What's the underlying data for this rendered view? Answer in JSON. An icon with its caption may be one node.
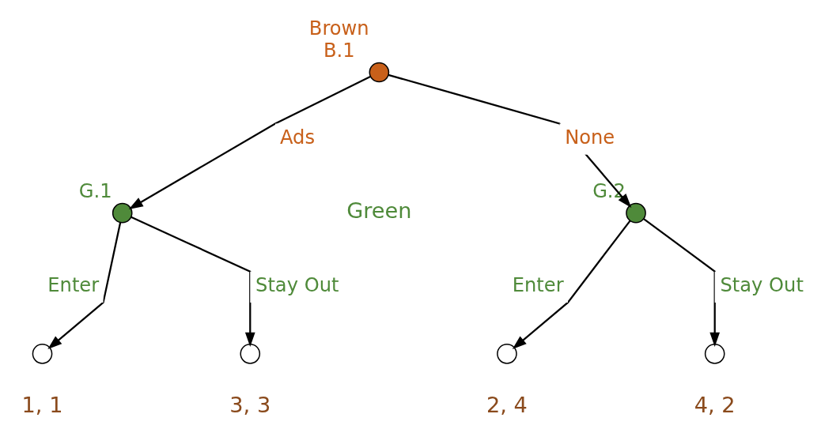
{
  "diagram": {
    "nodes": [
      {
        "text": [
          "Brown",
          "B.1"
        ]
      },
      {
        "text": [
          "G.1"
        ]
      },
      {
        "text": [
          "G.2"
        ]
      },
      {
        "text": [],
        "shape": "circle",
        "beside": [
          "1, 1"
        ]
      },
      {
        "text": [],
        "shape": "circle",
        "beside": [
          "3, 3"
        ]
      },
      {
        "text": [],
        "shape": "circle",
        "beside": [
          "2, 4"
        ]
      },
      {
        "text": [],
        "shape": "circle",
        "beside": [
          "4, 2"
        ]
      }
    ],
    "edges": [
      {
        "from": 0,
        "to": 1,
        "arrow": "to",
        "label": "Ads"
      },
      {
        "from": 0,
        "to": 2,
        "arrow": "to",
        "label": "None"
      },
      {
        "from": 1,
        "to": 3,
        "arrow": "to",
        "label": "Enter"
      },
      {
        "from": 1,
        "to": 4,
        "arrow": "to",
        "label": "Stay Out"
      },
      {
        "from": 2,
        "to": 5,
        "arrow": "to",
        "label": "Enter"
      },
      {
        "from": 2,
        "to": 6,
        "arrow": "to",
        "label": "Stay Out"
      }
    ],
    "labels": [
      "Green"
    ]
  }
}
